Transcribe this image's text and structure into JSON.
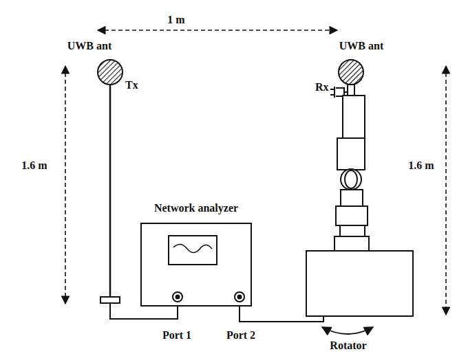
{
  "diagram": {
    "nodes": [
      {
        "text": [
          "UWB ant",
          "Tx"
        ]
      },
      {
        "text": [
          "Network analyzer"
        ]
      },
      {
        "text": [
          "UWB ant",
          "Rx"
        ]
      }
    ],
    "edges": [
      {
        "from": 0,
        "to": 1,
        "arrow": "none"
      },
      {
        "from": 1,
        "to": 2,
        "arrow": "none"
      }
    ],
    "labels": [
      "1 m",
      "1.6 m",
      "1.6 m",
      "Port 1",
      "Port 2",
      "Rotator"
    ]
  }
}
